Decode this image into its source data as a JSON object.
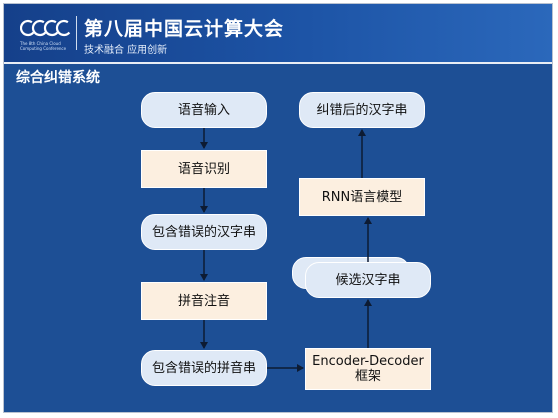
{
  "header": {
    "logo_text": "CCCC",
    "logo_small_text": "The 8th China Cloud Computing Conference",
    "title": "第八届中国云计算大会",
    "subtitle": "技术融合  应用创新"
  },
  "section_title": "综合纠错系统",
  "diagram": {
    "nodes": {
      "speech_input": "语音输入",
      "speech_recognition": "语音识别",
      "hanzi_with_errors": "包含错误的汉字串",
      "pinyin_annotation": "拼音注音",
      "pinyin_with_errors": "包含错误的拼音串",
      "encoder_decoder_line1": "Encoder-Decoder",
      "encoder_decoder_line2": "框架",
      "candidate_hanzi": "候选汉字串",
      "rnn_language_model": "RNN语言模型",
      "corrected_hanzi": "纠错后的汉字串"
    }
  },
  "colors": {
    "background": "#1d4f95",
    "pill_fill": "#dfe9f6",
    "rect_fill": "#fcefe0",
    "arrow": "#0d1b33"
  }
}
